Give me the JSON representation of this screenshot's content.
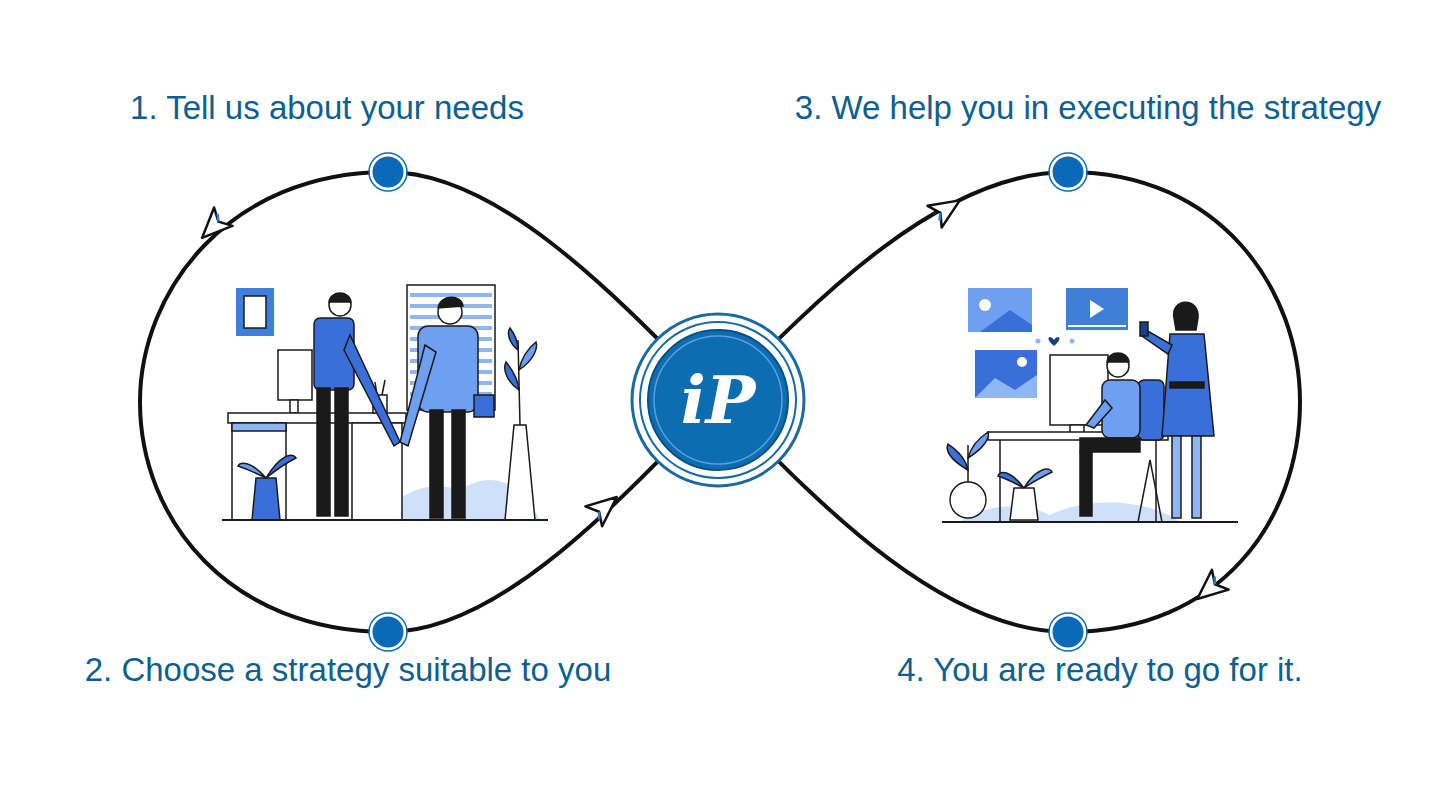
{
  "diagram": {
    "nodes": [
      {
        "text": [
          "iP"
        ]
      }
    ],
    "labels": [
      "1. Tell us about your needs",
      "2. Choose a strategy suitable to you",
      "3. We help you in executing the strategy",
      "4. You are ready to go for it."
    ]
  }
}
